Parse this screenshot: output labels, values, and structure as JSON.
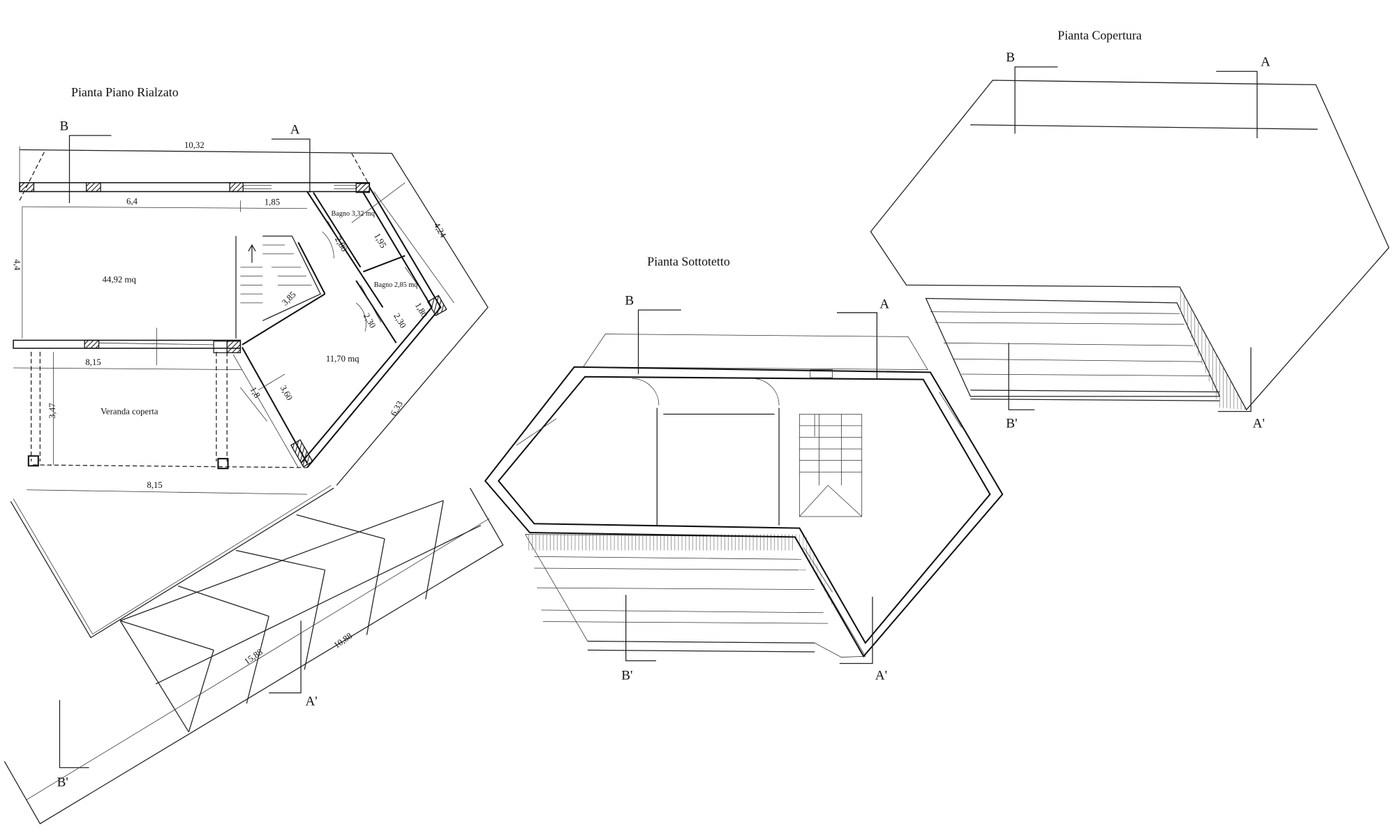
{
  "plans": {
    "rialzato": {
      "title": "Pianta Piano Rialzato",
      "section_b": "B",
      "section_a": "A",
      "section_b_prime": "B'",
      "section_a_prime": "A'",
      "dims": {
        "top_total": "10,32",
        "top_left": "6,4",
        "top_right": "1,85",
        "left_height": "4,4",
        "bagno1_w": "2,80",
        "bagno1_h": "1,95",
        "side_right": "4,24",
        "bagno2_w": "1,80",
        "bagno2_h": "2,30",
        "corridor": "2,30",
        "stair": "3,85",
        "veranda_top": "8,15",
        "veranda_height": "3,47",
        "veranda_bottom": "8,15",
        "room_side": "3,60",
        "window": "1,8",
        "diag_side": "6,33",
        "roof_long": "15,88",
        "roof_short": "10,88"
      },
      "rooms": {
        "living": "44,92 mq",
        "bagno1": "Bagno 3,32 mq",
        "bagno2": "Bagno 2,85 mq",
        "room": "11,70 mq",
        "veranda": "Veranda coperta"
      }
    },
    "sottotetto": {
      "title": "Pianta Sottotetto",
      "section_b": "B",
      "section_a": "A",
      "section_b_prime": "B'",
      "section_a_prime": "A'"
    },
    "copertura": {
      "title": "Pianta Copertura",
      "section_b": "B",
      "section_a": "A",
      "section_b_prime": "B'",
      "section_a_prime": "A'"
    }
  }
}
